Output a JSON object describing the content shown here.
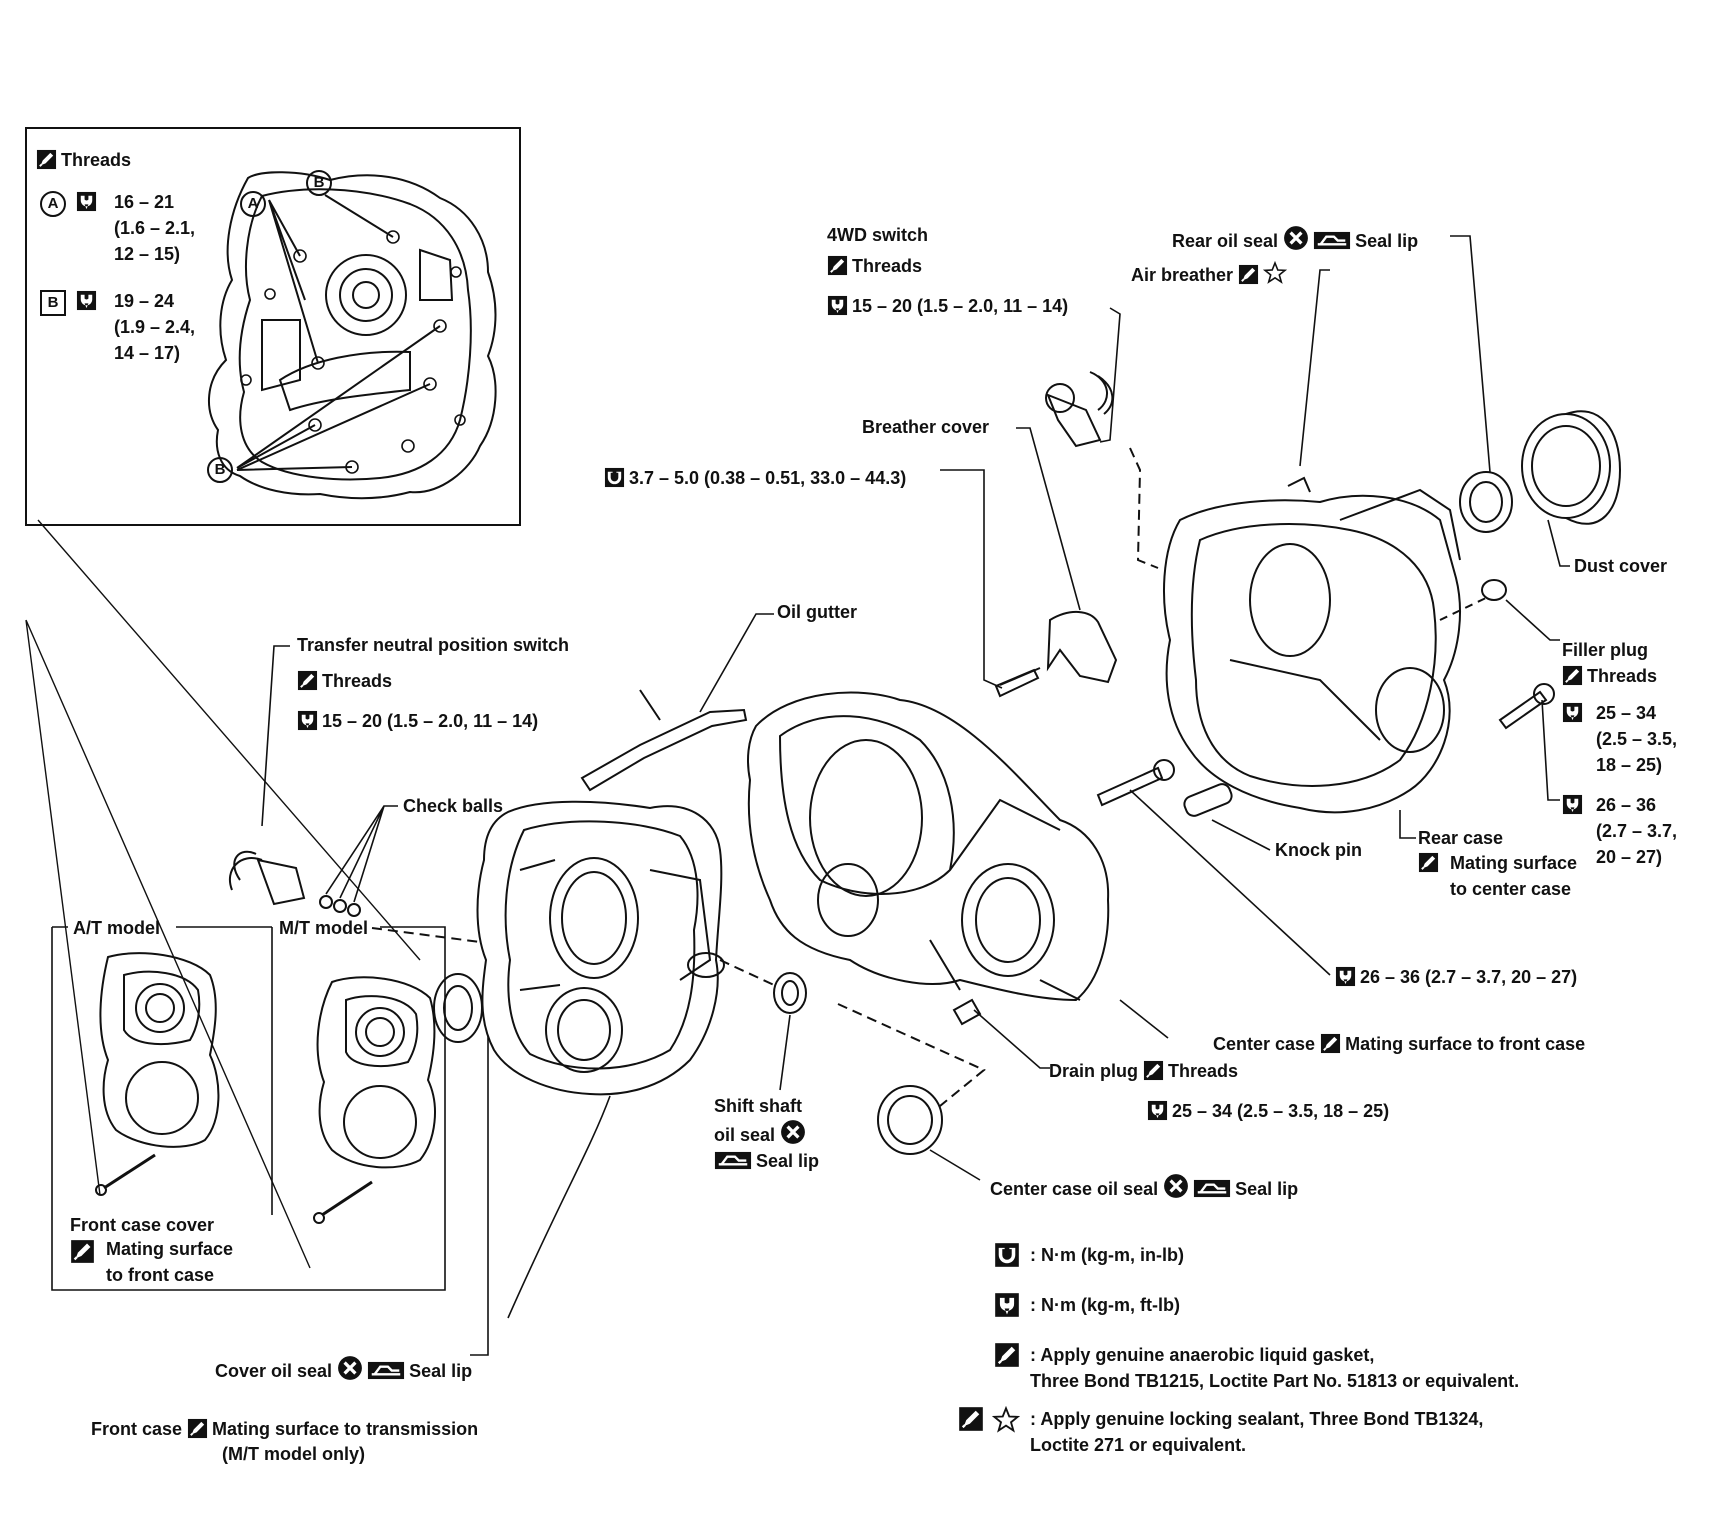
{
  "inset": {
    "threads": "Threads",
    "a_tag": "A",
    "b_tag": "B",
    "a_torque": [
      "16 – 21",
      "(1.6 – 2.1,",
      "12 – 15)"
    ],
    "b_torque": [
      "19 – 24",
      "(1.9 – 2.4,",
      "14 – 17)"
    ]
  },
  "labels": {
    "wd_switch": "4WD switch",
    "wd_threads": "Threads",
    "wd_torque": "15 – 20 (1.5 – 2.0, 11 – 14)",
    "rear_oil_seal": "Rear oil seal",
    "seal_lip": "Seal lip",
    "air_breather": "Air breather",
    "breather_cover": "Breather cover",
    "bolt_torque": "3.7 – 5.0 (0.38 – 0.51, 33.0 – 44.3)",
    "dust_cover": "Dust cover",
    "filler_plug": "Filler plug",
    "filler_threads": "Threads",
    "filler_torque": [
      "25 – 34",
      "(2.5 – 3.5,",
      "18 – 25)"
    ],
    "rear_torque": [
      "26 – 36",
      "(2.7 – 3.7,",
      "20 – 27)"
    ],
    "rear_case": "Rear case",
    "rear_mating": [
      "Mating surface",
      "to center case"
    ],
    "knock_pin": "Knock pin",
    "oil_gutter": "Oil gutter",
    "tnp_switch": "Transfer neutral position switch",
    "tnp_threads": "Threads",
    "tnp_torque": "15 – 20 (1.5 – 2.0, 11 – 14)",
    "check_balls": "Check balls",
    "at_model": "A/T model",
    "mt_model": "M/T model",
    "center_bolt_torque": "26 – 36 (2.7 – 3.7, 20 – 27)",
    "center_case": "Center case",
    "center_mating": "Mating surface to front case",
    "drain_plug": "Drain plug",
    "drain_threads": "Threads",
    "drain_torque": "25 – 34 (2.5 – 3.5, 18 – 25)",
    "shift_shaft": [
      "Shift shaft",
      "oil seal"
    ],
    "shift_seal_lip": "Seal lip",
    "center_oil_seal": "Center case oil seal",
    "center_seal_lip": "Seal lip",
    "front_case_cover": "Front case cover",
    "fcc_mating": [
      "Mating surface",
      "to front case"
    ],
    "cover_oil_seal": "Cover oil seal",
    "cover_seal_lip": "Seal lip",
    "front_case": "Front case",
    "front_mating": "Mating surface to transmission",
    "front_mating_note": "(M/T model only)"
  },
  "legend": {
    "inlb": ": N·m (kg-m, in-lb)",
    "ftlb": ": N·m (kg-m, ft-lb)",
    "gasket": [
      ": Apply genuine anaerobic liquid gasket,",
      "Three Bond TB1215, Loctite Part No. 51813 or equivalent."
    ],
    "sealant": [
      ": Apply genuine locking sealant, Three Bond TB1324,",
      "Loctite 271 or equivalent."
    ]
  }
}
